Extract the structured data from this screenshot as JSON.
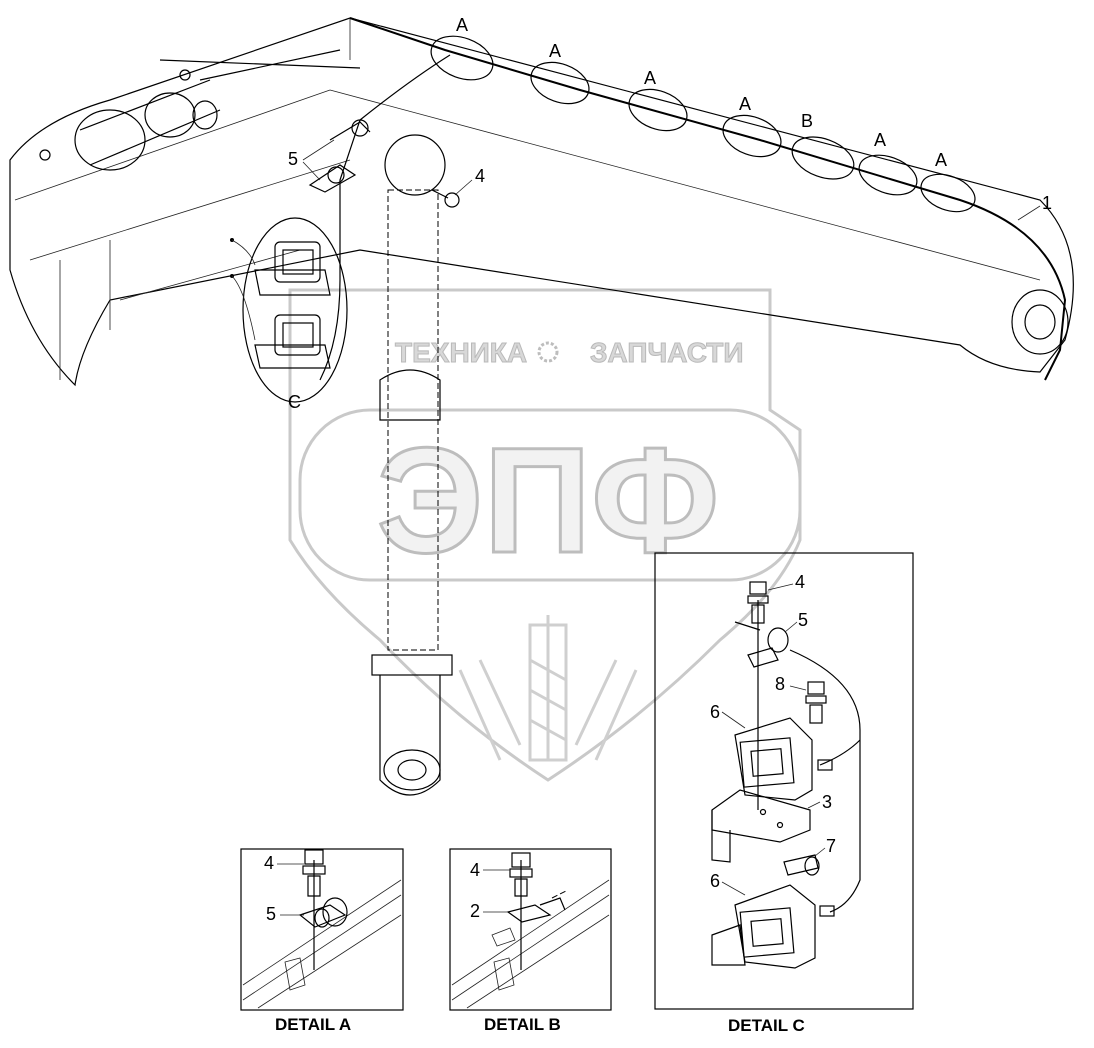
{
  "watermark": {
    "line1_left": "ТЕХНИКА",
    "line1_right": "ЗАПЧАСТИ",
    "logo": "ЭПФ"
  },
  "callouts_main": {
    "a1": "A",
    "a2": "A",
    "a3": "A",
    "a4": "A",
    "b": "B",
    "a5": "A",
    "a6": "A",
    "n1": "1",
    "n4": "4",
    "n5": "5",
    "c": "C"
  },
  "detail_a": {
    "caption": "DETAIL  A",
    "n4": "4",
    "n5": "5"
  },
  "detail_b": {
    "caption": "DETAIL  B",
    "n4": "4",
    "n2": "2"
  },
  "detail_c": {
    "caption": "DETAIL  C",
    "n4": "4",
    "n5": "5",
    "n8": "8",
    "n6a": "6",
    "n3": "3",
    "n7": "7",
    "n6b": "6"
  }
}
